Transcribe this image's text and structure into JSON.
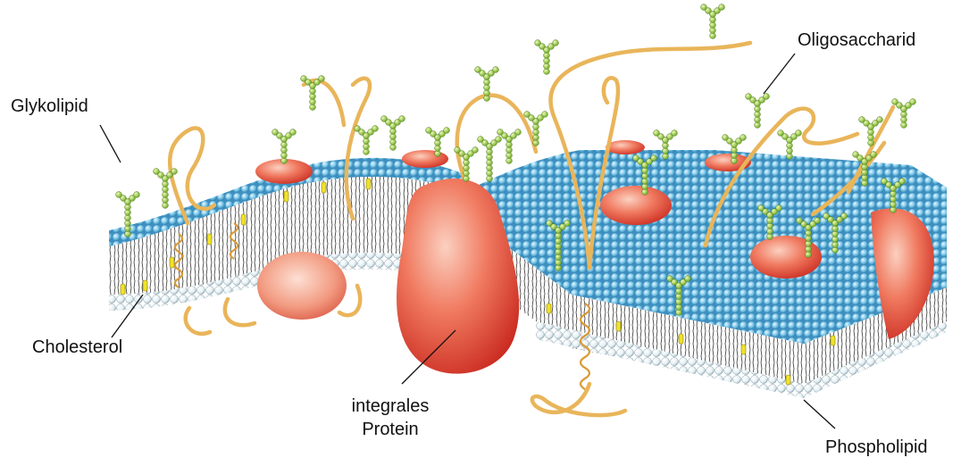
{
  "labels": {
    "glykolipid": "Glykolipid",
    "oligosaccharid": "Oligosaccharid",
    "cholesterol": "Cholesterol",
    "integrales_line1": "integrales",
    "integrales_line2": "Protein",
    "phospholipid": "Phospholipid"
  },
  "colors": {
    "phospholipid_head": "#79c6e8",
    "phospholipid_head_lower": "#e8f2f6",
    "protein": "#e8453a",
    "protein_light": "#f6a08a",
    "sugar_chain": "#9ccf3c",
    "protein_strand": "#e9b55a",
    "cholesterol": "#f0e22a",
    "background": "#ffffff"
  },
  "icons": [
    "phospholipid-bilayer-icon",
    "integral-protein-icon",
    "oligosaccharide-chain-icon",
    "alpha-helix-icon",
    "cholesterol-icon"
  ]
}
